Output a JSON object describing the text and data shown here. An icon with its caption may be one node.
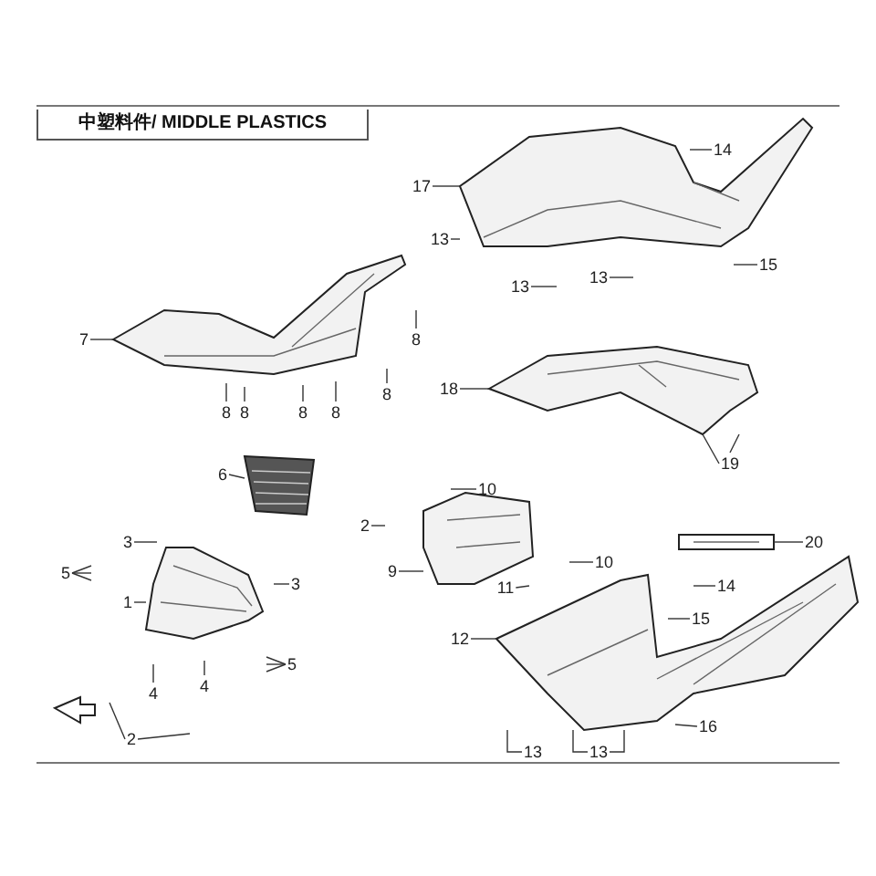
{
  "diagram": {
    "title": "中塑料件/ MIDDLE PLASTICS",
    "nodes": [
      {
        "text": [
          "14"
        ]
      },
      {
        "text": [
          "17"
        ]
      },
      {
        "text": [
          "13"
        ]
      },
      {
        "text": [
          "15"
        ]
      },
      {
        "text": [
          "13"
        ]
      },
      {
        "text": [
          "13"
        ]
      },
      {
        "text": [
          "7"
        ]
      },
      {
        "text": [
          "8"
        ]
      },
      {
        "text": [
          "18"
        ]
      },
      {
        "text": [
          "8"
        ]
      },
      {
        "text": [
          "8"
        ]
      },
      {
        "text": [
          "8"
        ]
      },
      {
        "text": [
          "8"
        ]
      },
      {
        "text": [
          "8"
        ]
      },
      {
        "text": [
          "19"
        ]
      },
      {
        "text": [
          "6"
        ]
      },
      {
        "text": [
          "10"
        ]
      },
      {
        "text": [
          "2"
        ]
      },
      {
        "text": [
          "20"
        ]
      },
      {
        "text": [
          "3"
        ]
      },
      {
        "text": [
          "10"
        ]
      },
      {
        "text": [
          "5"
        ]
      },
      {
        "text": [
          "9"
        ]
      },
      {
        "text": [
          "3"
        ]
      },
      {
        "text": [
          "11"
        ]
      },
      {
        "text": [
          "1"
        ]
      },
      {
        "text": [
          "14"
        ]
      },
      {
        "text": [
          "15"
        ]
      },
      {
        "text": [
          "12"
        ]
      },
      {
        "text": [
          "5"
        ]
      },
      {
        "text": [
          "4"
        ]
      },
      {
        "text": [
          "4"
        ]
      },
      {
        "text": [
          "16"
        ]
      },
      {
        "text": [
          "2"
        ]
      },
      {
        "text": [
          "13"
        ]
      },
      {
        "text": [
          "13"
        ]
      },
      {
        "text": [],
        "shape": "picture"
      },
      {
        "text": [],
        "shape": "picture"
      },
      {
        "text": [],
        "shape": "picture"
      },
      {
        "text": [],
        "shape": "picture"
      },
      {
        "text": [],
        "shape": "picture"
      },
      {
        "text": [],
        "shape": "picture"
      },
      {
        "text": [],
        "shape": "picture"
      },
      {
        "text": [],
        "shape": "picture"
      }
    ],
    "edges": [
      {
        "from": 0,
        "to": null,
        "arrow": "none"
      },
      {
        "from": 1,
        "to": 36,
        "arrow": "none"
      },
      {
        "from": 2,
        "to": 36,
        "arrow": "none"
      },
      {
        "from": 3,
        "to": null,
        "arrow": "none"
      },
      {
        "from": 4,
        "to": null,
        "arrow": "none"
      },
      {
        "from": 5,
        "to": null,
        "arrow": "none"
      },
      {
        "from": 6,
        "to": 37,
        "arrow": "none"
      },
      {
        "from": 7,
        "to": null,
        "arrow": "none"
      },
      {
        "from": 8,
        "to": 38,
        "arrow": "none"
      },
      {
        "from": 9,
        "to": null,
        "arrow": "none"
      },
      {
        "from": 10,
        "to": null,
        "arrow": "none"
      },
      {
        "from": 11,
        "to": null,
        "arrow": "none"
      },
      {
        "from": 12,
        "to": null,
        "arrow": "none"
      },
      {
        "from": 13,
        "to": null,
        "arrow": "none"
      },
      {
        "from": 14,
        "to": 38,
        "arrow": "none"
      },
      {
        "from": 14,
        "to": 38,
        "arrow": "none"
      },
      {
        "from": 15,
        "to": 39,
        "arrow": "none"
      },
      {
        "from": 16,
        "to": null,
        "arrow": "none"
      },
      {
        "from": 17,
        "to": null,
        "arrow": "none"
      },
      {
        "from": 18,
        "to": 42,
        "arrow": "none"
      },
      {
        "from": 19,
        "to": null,
        "arrow": "none"
      },
      {
        "from": 20,
        "to": null,
        "arrow": "none"
      },
      {
        "from": 21,
        "to": null,
        "arrow": "none"
      },
      {
        "from": 21,
        "to": null,
        "arrow": "none"
      },
      {
        "from": 21,
        "to": null,
        "arrow": "none"
      },
      {
        "from": 22,
        "to": 40,
        "arrow": "none"
      },
      {
        "from": 23,
        "to": null,
        "arrow": "none"
      },
      {
        "from": 24,
        "to": null,
        "arrow": "none"
      },
      {
        "from": 25,
        "to": 41,
        "arrow": "none"
      },
      {
        "from": 26,
        "to": null,
        "arrow": "none"
      },
      {
        "from": 27,
        "to": null,
        "arrow": "none"
      },
      {
        "from": 28,
        "to": 43,
        "arrow": "none"
      },
      {
        "from": 29,
        "to": null,
        "arrow": "none"
      },
      {
        "from": 29,
        "to": null,
        "arrow": "none"
      },
      {
        "from": 29,
        "to": null,
        "arrow": "none"
      },
      {
        "from": 30,
        "to": null,
        "arrow": "none"
      },
      {
        "from": 31,
        "to": null,
        "arrow": "none"
      },
      {
        "from": 32,
        "to": null,
        "arrow": "none"
      },
      {
        "from": 33,
        "to": null,
        "arrow": "none"
      },
      {
        "from": 33,
        "to": null,
        "arrow": "none"
      },
      {
        "from": 34,
        "to": 43,
        "arrow": "none"
      },
      {
        "from": 35,
        "to": 43,
        "arrow": "none"
      },
      {
        "from": 35,
        "to": 43,
        "arrow": "none"
      }
    ]
  }
}
